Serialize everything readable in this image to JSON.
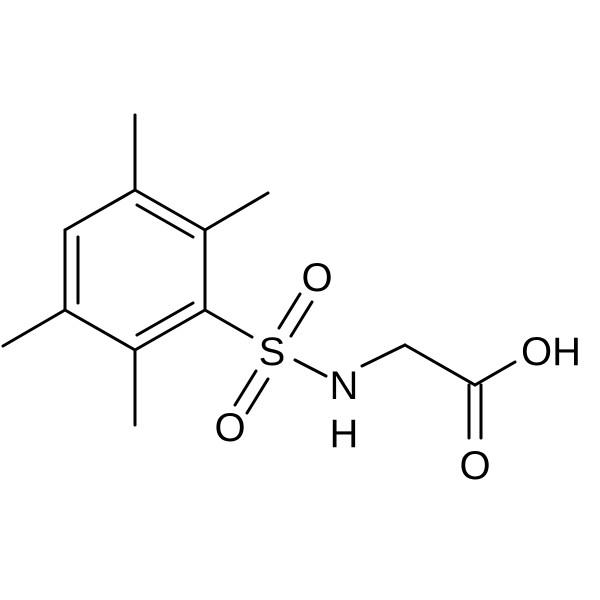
{
  "atoms": {
    "sulfur": "S",
    "oxygen_top": "O",
    "oxygen_bottom": "O",
    "nitrogen": "N",
    "nitrogen_hydrogen": "H",
    "hydroxyl": "OH",
    "carbonyl_oxygen": "O"
  }
}
